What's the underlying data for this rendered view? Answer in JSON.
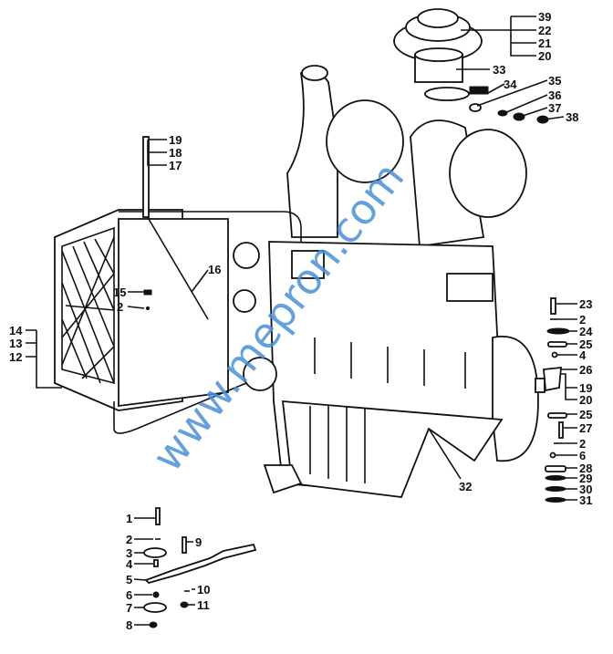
{
  "diagram": {
    "watermark": "www.mepron.com",
    "callouts_top_right": [
      "39",
      "22",
      "21",
      "20",
      "33",
      "34",
      "35",
      "36",
      "37",
      "38"
    ],
    "callouts_left": [
      "19",
      "18",
      "17",
      "16",
      "15",
      "2",
      "14",
      "13",
      "12"
    ],
    "callouts_right_column": [
      "23",
      "2",
      "24",
      "25",
      "4",
      "26",
      "19",
      "20",
      "25",
      "27",
      "2",
      "6",
      "28",
      "29",
      "30",
      "31",
      "32"
    ],
    "callouts_bottom_left": [
      "1",
      "2",
      "9",
      "3",
      "4",
      "5",
      "10",
      "6",
      "7",
      "11",
      "8"
    ]
  }
}
